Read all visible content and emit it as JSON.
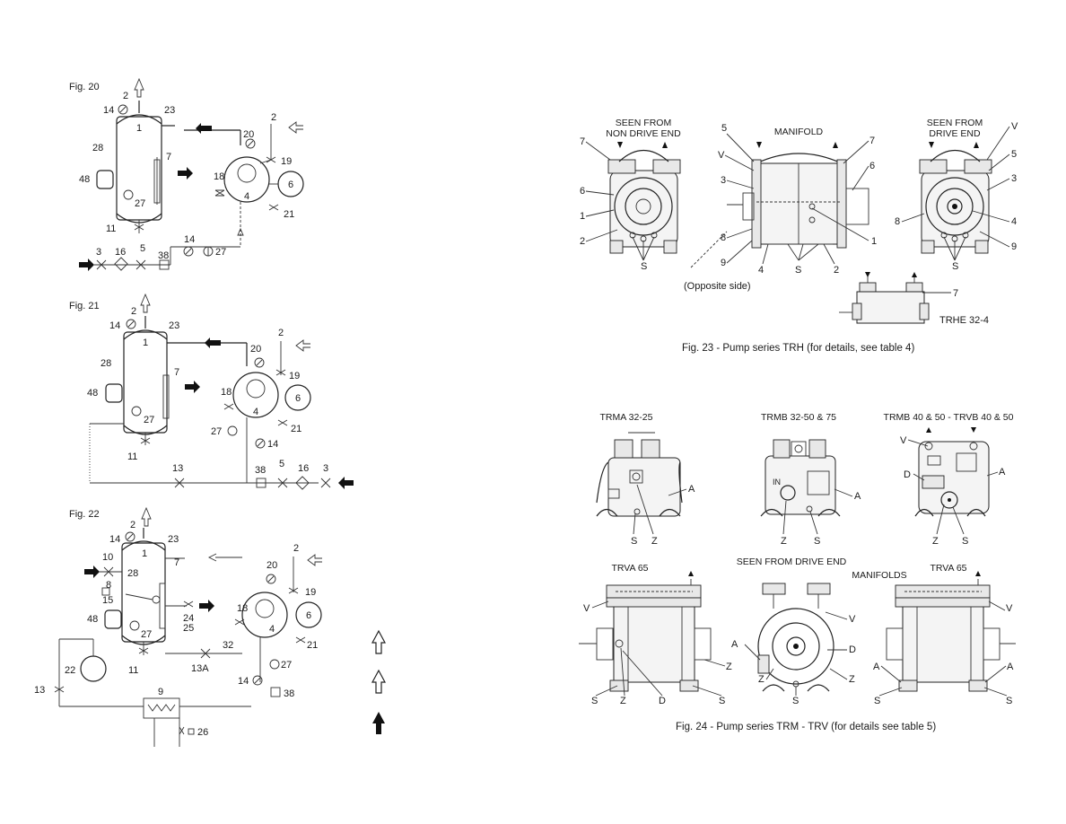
{
  "fig20": {
    "title": "Fig. 20",
    "labels": {
      "n2a": "2",
      "n14": "14",
      "n23": "23",
      "n1": "1",
      "n28": "28",
      "n7": "7",
      "n48": "48",
      "n27": "27",
      "n11": "11",
      "n20": "20",
      "n2b": "2",
      "n19": "19",
      "n18": "18",
      "n4": "4",
      "n6": "6",
      "n21": "21",
      "n3": "3",
      "n16": "16",
      "n5": "5",
      "n38": "38",
      "n14b": "14",
      "n27b": "27"
    }
  },
  "fig21": {
    "title": "Fig. 21",
    "labels": {
      "n2a": "2",
      "n14": "14",
      "n23": "23",
      "n1": "1",
      "n28": "28",
      "n7": "7",
      "n48": "48",
      "n27": "27",
      "n11": "11",
      "n20": "20",
      "n2b": "2",
      "n19": "19",
      "n18": "18",
      "n4": "4",
      "n6": "6",
      "n21": "21",
      "n27b": "27",
      "n14b": "14",
      "n13": "13",
      "n38": "38",
      "n5": "5",
      "n16": "16",
      "n3": "3"
    }
  },
  "fig22": {
    "title": "Fig. 22",
    "labels": {
      "n2a": "2",
      "n14": "14",
      "n23": "23",
      "n10": "10",
      "n28": "28",
      "n8": "8",
      "n15": "15",
      "n1": "1",
      "n7": "7",
      "n24": "24",
      "n25": "25",
      "n48": "48",
      "n27": "27",
      "n11": "11",
      "n22": "22",
      "n13": "13",
      "n13a": "13A",
      "n32": "32",
      "n20": "20",
      "n2b": "2",
      "n19": "19",
      "n18": "18",
      "n4": "4",
      "n6": "6",
      "n21": "21",
      "n27b": "27",
      "n14b": "14",
      "n38": "38",
      "n9": "9",
      "n26": "26"
    }
  },
  "fig23": {
    "header_left": [
      "SEEN FROM",
      "NON DRIVE END"
    ],
    "header_mid": "MANIFOLD",
    "header_right": [
      "SEEN FROM",
      "DRIVE END"
    ],
    "opposite": "(Opposite side)",
    "trhe": "TRHE 32-4",
    "caption": "Fig. 23 - Pump series TRH (for details, see table 4)",
    "left_labels": {
      "n7": "7",
      "n6": "6",
      "n1": "1",
      "n2": "2",
      "S": "S"
    },
    "mid_labels": {
      "n5": "5",
      "V": "V",
      "n3": "3",
      "n8": "8",
      "n9": "9",
      "n4": "4",
      "S": "S",
      "n2": "2",
      "n1": "1",
      "n6": "6",
      "n7": "7"
    },
    "right_labels": {
      "V": "V",
      "n5": "5",
      "n3": "3",
      "n8": "8",
      "n4": "4",
      "n9": "9",
      "S": "S"
    },
    "trhe_labels": {
      "n7": "7"
    }
  },
  "fig24": {
    "top_titles": [
      "TRMA 32-25",
      "TRMB 32-50 & 75",
      "TRMB 40 & 50 - TRVB 40 & 50"
    ],
    "bottom_titles": [
      "TRVA 65",
      "SEEN FROM DRIVE END",
      "TRVA 65"
    ],
    "manifolds": "MANIFOLDS",
    "caption": "Fig. 24 - Pump series TRM - TRV (for details see table 5)",
    "labels": {
      "A": "A",
      "S": "S",
      "Z": "Z",
      "V": "V",
      "D": "D",
      "IN": "IN"
    }
  }
}
